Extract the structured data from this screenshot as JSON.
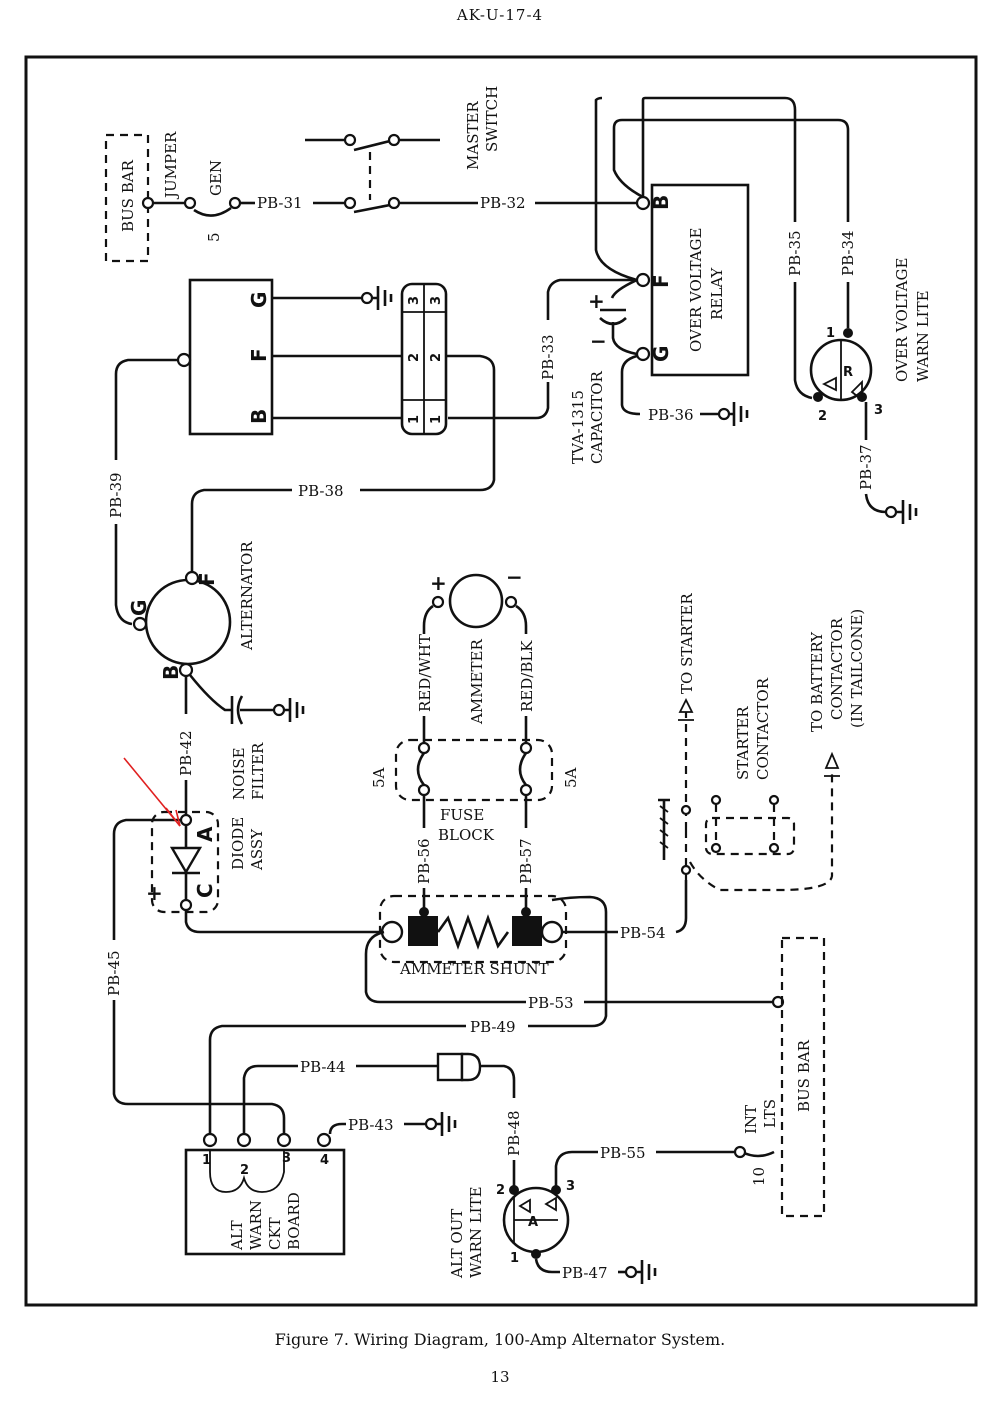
{
  "header": "AK-U-17-4",
  "caption": "Figure 7.  Wiring Diagram, 100-Amp Alternator System.",
  "page_number": "13",
  "components": {
    "bus_bar_top": "BUS BAR",
    "jumper": "JUMPER",
    "gen": "GEN",
    "gen_num": "5",
    "master_switch": [
      "MASTER",
      "SWITCH"
    ],
    "ovr_relay": [
      "OVER VOLTAGE",
      "RELAY"
    ],
    "ovr_lite": [
      "OVER VOLTAGE",
      "WARN LITE"
    ],
    "capacitor": [
      "TVA-1315",
      "CAPACITOR"
    ],
    "alternator": "ALTERNATOR",
    "noise_filter": [
      "NOISE",
      "FILTER"
    ],
    "diode": [
      "DIODE",
      "ASSY"
    ],
    "ammeter": "AMMETER",
    "red_wht": "RED/WHT",
    "red_blk": "RED/BLK",
    "fuse_block": [
      "FUSE",
      "BLOCK"
    ],
    "fuse_a": "5A",
    "ammeter_shunt": "AMMETER SHUNT",
    "to_starter": "TO STARTER",
    "starter_contactor": [
      "STARTER",
      "CONTACTOR"
    ],
    "to_battery": [
      "TO BATTERY",
      "CONTACTOR",
      "(IN TAILCONE)"
    ],
    "bus_bar_bottom": "BUS BAR",
    "int_lts": [
      "INT",
      "LTS"
    ],
    "int_lts_num": "10",
    "alt_warn_board": [
      "ALT",
      "WARN",
      "CKT",
      "BOARD"
    ],
    "alt_out_lite": [
      "ALT OUT",
      "WARN LITE"
    ]
  },
  "wires": {
    "pb31": "PB-31",
    "pb32": "PB-32",
    "pb33": "PB-33",
    "pb34": "PB-34",
    "pb35": "PB-35",
    "pb36": "PB-36",
    "pb37": "PB-37",
    "pb38": "PB-38",
    "pb39": "PB-39",
    "pb42": "PB-42",
    "pb43": "PB-43",
    "pb44": "PB-44",
    "pb45": "PB-45",
    "pb47": "PB-47",
    "pb48": "PB-48",
    "pb49": "PB-49",
    "pb53": "PB-53",
    "pb54": "PB-54",
    "pb55": "PB-55",
    "pb56": "PB-56",
    "pb57": "PB-57"
  },
  "pins": {
    "g": "G",
    "f": "F",
    "b": "B",
    "a": "A",
    "c": "C",
    "r": "R",
    "one": "1",
    "two": "2",
    "three": "3",
    "four": "4",
    "plus": "+",
    "minus": "−"
  },
  "annotation_color": "#e02020"
}
